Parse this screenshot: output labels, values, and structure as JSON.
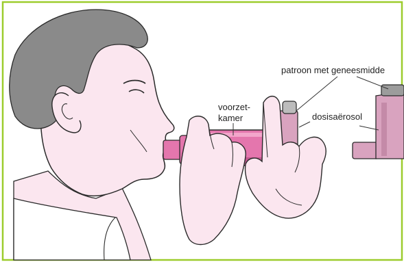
{
  "labels": {
    "cartridge": "patroon met geneesmidde",
    "spacer_line1": "voorzet-",
    "spacer_line2": "kamer",
    "aerosol": "dosisaërosol"
  },
  "colors": {
    "border": "#9ccc2c",
    "hair": "#8a8a8a",
    "skin": "#fbe6ef",
    "spacer": "#e476ad",
    "spacer_dark": "#c25a90",
    "inhaler": "#d9a3bf",
    "outline": "#2a2a2a",
    "leader": "#333333"
  },
  "icons": {
    "person": "man-inhaling-profile",
    "inhaler": "metered-dose-inhaler"
  }
}
